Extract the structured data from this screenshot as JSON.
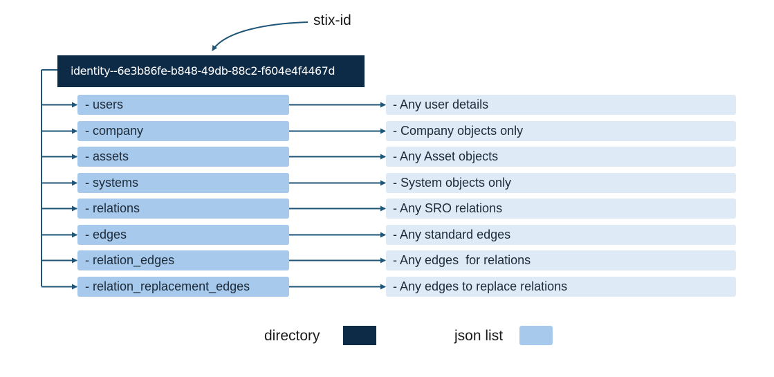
{
  "annotation": {
    "label": "stix-id"
  },
  "root": {
    "label": "identity--6e3b86fe-b848-49db-88c2-f604e4f4467d"
  },
  "rows": [
    {
      "name": "- users",
      "description": "- Any user details"
    },
    {
      "name": "- company",
      "description": "- Company objects only"
    },
    {
      "name": "- assets",
      "description": "- Any Asset objects"
    },
    {
      "name": "- systems",
      "description": "- System objects only"
    },
    {
      "name": "- relations",
      "description": "- Any SRO relations"
    },
    {
      "name": "- edges",
      "description": "- Any standard edges"
    },
    {
      "name": "- relation_edges",
      "description": "- Any edges  for relations"
    },
    {
      "name": "- relation_replacement_edges",
      "description": "- Any edges to replace relations"
    }
  ],
  "legend": {
    "directory_label": "directory",
    "json_list_label": "json list"
  },
  "colors": {
    "directory": "#0d2a46",
    "json_list": "#a7c9eb",
    "description_fill": "#deebf7",
    "connector": "#1f5577"
  }
}
